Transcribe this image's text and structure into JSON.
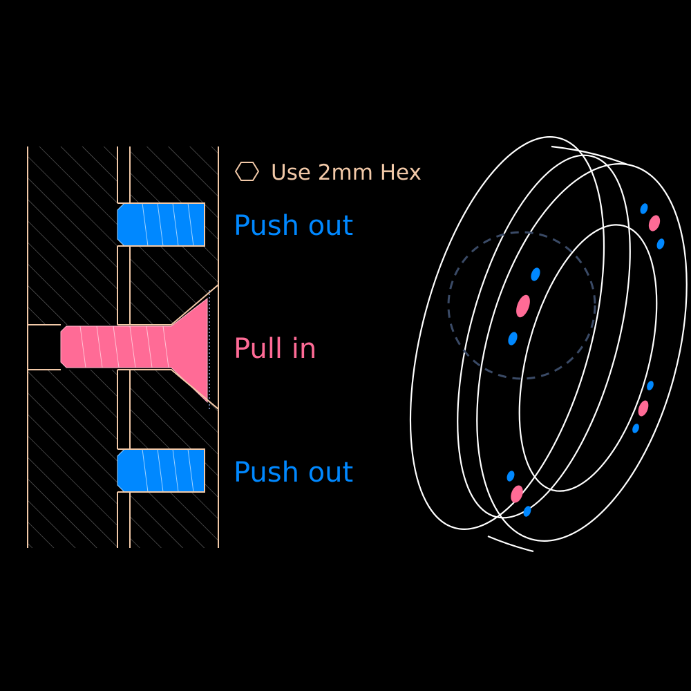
{
  "labels": {
    "hex_note": "Use 2mm Hex",
    "push_out_top": "Push out",
    "pull_in": "Pull in",
    "push_out_bottom": "Push out"
  },
  "icons": {
    "hex": "hexagon-icon"
  },
  "colors": {
    "background": "#000000",
    "outline": "#f2c9a8",
    "push": "#0088ff",
    "pull": "#ff6b96",
    "ring": "#ffffff",
    "dashed": "#3a4a66",
    "hatch": "#6b6b6b"
  }
}
